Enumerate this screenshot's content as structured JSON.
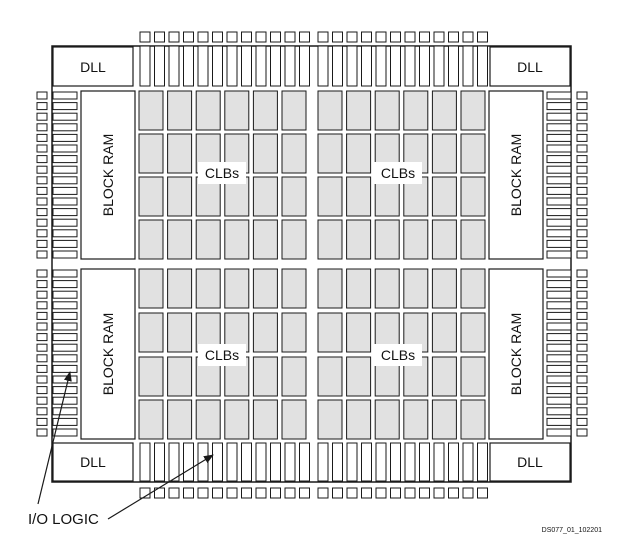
{
  "labels": {
    "dll": "DLL",
    "block_ram": "BLOCK RAM",
    "clbs": "CLBs",
    "io_logic": "I/O LOGIC",
    "figure_code": "DS077_01_102201"
  },
  "colors": {
    "clb_fill": "#e1e1e1",
    "stroke": "#1a1a1a",
    "background": "#ffffff"
  }
}
